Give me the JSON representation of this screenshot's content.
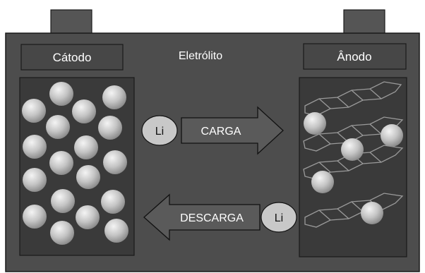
{
  "labels": {
    "cathode": "Cátodo",
    "electrolyte": "Eletrólito",
    "anode": "Ânodo",
    "charge": "CARGA",
    "discharge": "DESCARGA",
    "li_top": "Li",
    "li_bottom": "Li"
  },
  "colors": {
    "battery_body": "#4d4d4d",
    "terminal": "#555555",
    "electrode_panel": "#3a3a3a",
    "label_box": "#474747",
    "arrow_fill": "#5a5a5a",
    "li_badge": "#c8c8c8",
    "sphere_light": "#f2f2f2",
    "sphere_dark": "#8f8f8f",
    "graphene_stroke": "#9a9a9a"
  }
}
